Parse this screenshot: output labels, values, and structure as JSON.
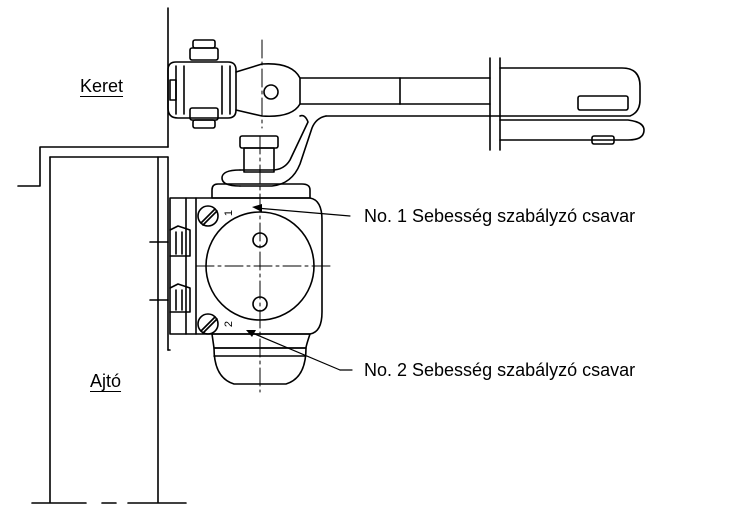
{
  "labels": {
    "frame": "Keret",
    "door": "Ajtó",
    "screw1": "No. 1 Sebesség szabályzó csavar",
    "screw2": "No. 2 Sebesség szabályzó csavar",
    "mark1": "1",
    "mark2": "2"
  }
}
